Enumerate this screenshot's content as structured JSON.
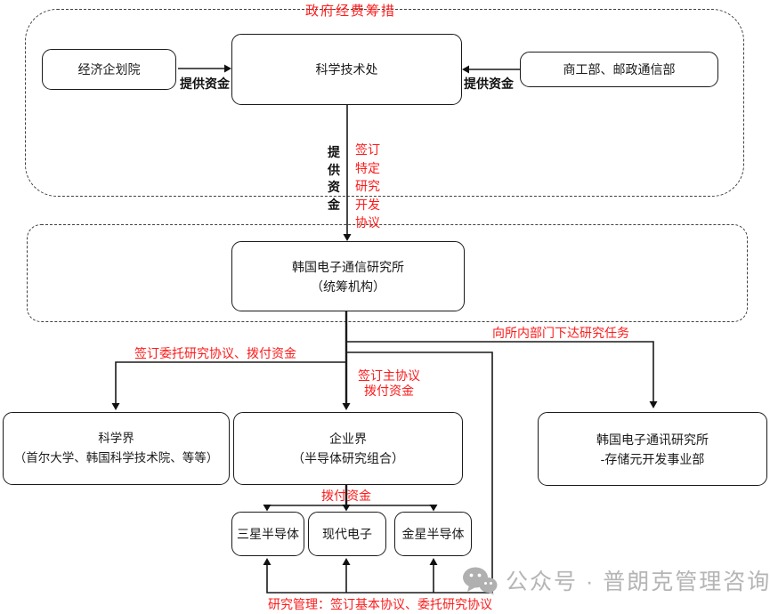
{
  "diagram": {
    "title": "政府经费筹措",
    "nodes": {
      "epb": {
        "label": "经济企划院"
      },
      "most": {
        "label": "科学技术处"
      },
      "moci": {
        "label": "商工部、邮政通信部"
      },
      "etri": {
        "lines": [
          "韩国电子通信研究所",
          "（统筹机构）"
        ]
      },
      "science": {
        "lines": [
          "科学界",
          "（首尔大学、韩国科学技术院、等等）"
        ]
      },
      "industry": {
        "lines": [
          "企业界",
          "（半导体研究组合）"
        ]
      },
      "memory": {
        "lines": [
          "韩国电子通讯研究所",
          "-存储元开发事业部"
        ]
      },
      "samsung": {
        "label": "三星半导体"
      },
      "hyundai": {
        "label": "现代电子"
      },
      "goldstar": {
        "label": "金星半导体"
      }
    },
    "edge_labels": {
      "funds_left": "提供资金",
      "funds_right": "提供资金",
      "funds_vertical": "提\n供\n资\n金",
      "sign_specific_rd": "签订\n特定\n研究\n开发\n协议",
      "delegate_research": "签订委托研究协议、拨付资金",
      "main_agreement": "签订主协议\n拨付资金",
      "assign_internal_tasks": "向所内部门下达研究任务",
      "allocate_funds": "拨付资金",
      "research_management": "研究管理：签订基本协议、委托研究协议"
    },
    "watermark": {
      "icon": "wechat-icon",
      "text": "公众号 · 普朗克管理咨询"
    },
    "colors": {
      "red": "#fb1b1b",
      "line": "#1a1a1a",
      "watermark_gray": "#b5b5b5"
    }
  }
}
